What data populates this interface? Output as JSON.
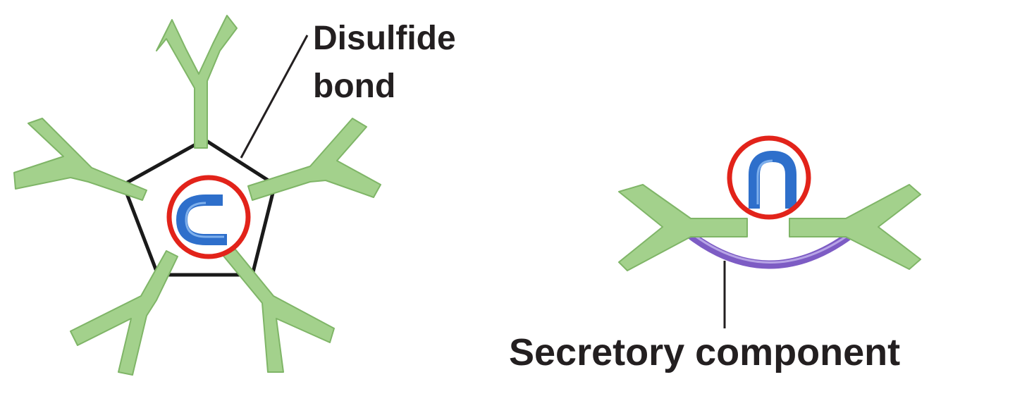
{
  "labels": {
    "disulfide_line1": "Disulfide",
    "disulfide_line2": "bond",
    "secretory": "Secretory component"
  },
  "colors": {
    "antibody_green": "#a3d18c",
    "antibody_outline": "#7fb567",
    "j_chain_blue": "#2e6fcb",
    "j_chain_light": "#7fb0ec",
    "highlight_red": "#e2231a",
    "secretory_purple": "#7d5cc4",
    "bond_black": "#1a1a1a"
  }
}
